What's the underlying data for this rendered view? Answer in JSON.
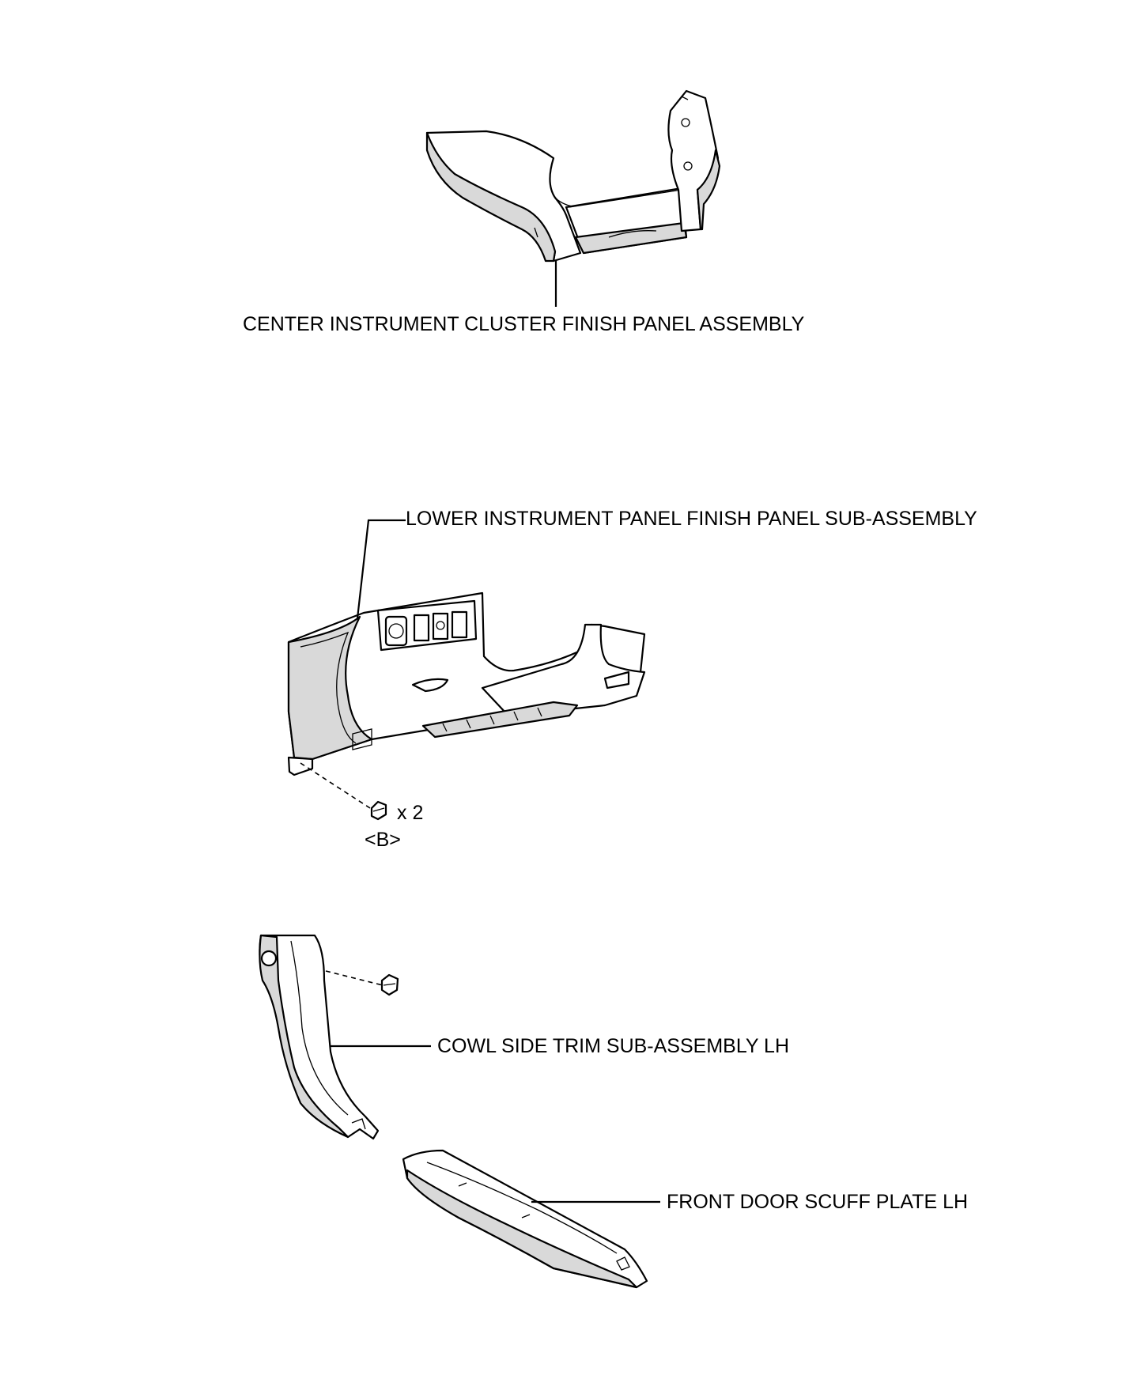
{
  "labels": {
    "center_panel": "CENTER INSTRUMENT CLUSTER FINISH PANEL ASSEMBLY",
    "lower_panel": "LOWER INSTRUMENT PANEL FINISH PANEL SUB-ASSEMBLY",
    "bolt_qty": "x 2",
    "bolt_code": "<B>",
    "cowl_trim": "COWL SIDE TRIM SUB-ASSEMBLY LH",
    "scuff_plate": "FRONT DOOR SCUFF PLATE LH"
  }
}
